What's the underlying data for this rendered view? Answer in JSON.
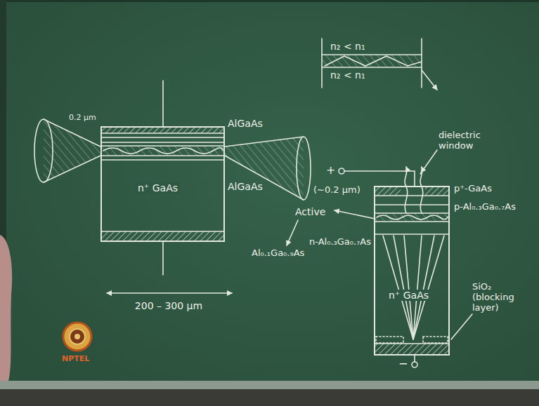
{
  "diagram": {
    "nodes": [
      {
        "text": [
          "n⁺ GaAs"
        ]
      },
      {
        "text": [
          "n⁺ GaAs"
        ]
      }
    ],
    "labels": [
      "n₂ < n₁",
      "n₂ < n₁",
      "dielectric window",
      "+",
      "0.2 μm",
      "AlGaAs",
      "(~0.2 μm)",
      "AlGaAs",
      "Active",
      "p⁺-GaAs",
      "p-Al₀.₃Ga₀.₇As",
      "n-Al₀.₃Ga₀.₇As",
      "Al₀.₁Ga₀.₉As",
      "SiO₂ (blocking layer)",
      "200 – 300 μm",
      "−",
      "NPTEL"
    ]
  }
}
